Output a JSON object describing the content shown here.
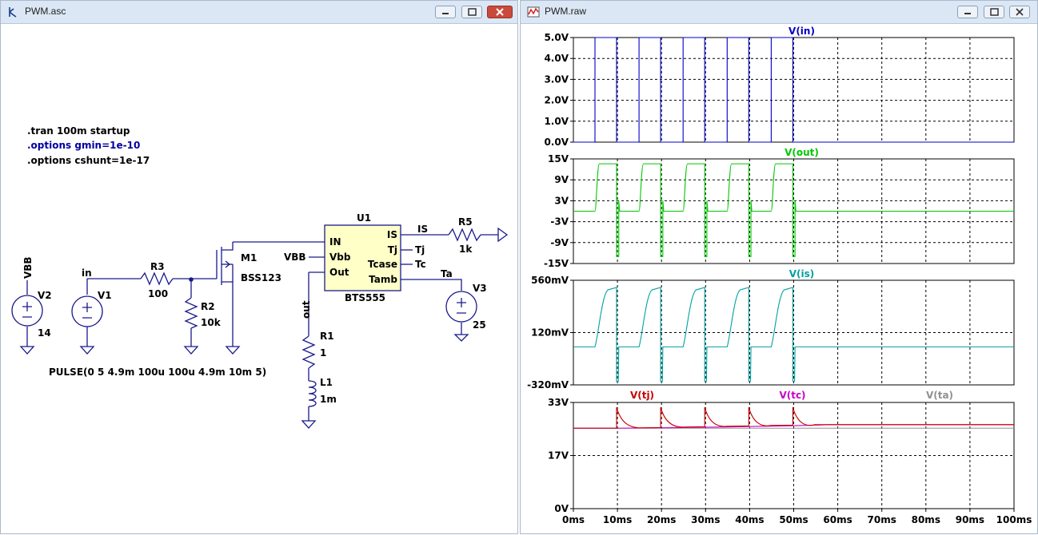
{
  "schematic_window": {
    "title": "PWM.asc",
    "directives": [
      ".tran 100m startup",
      ".options gmin=1e-10",
      ".options cshunt=1e-17"
    ],
    "directive_colors": [
      "#000000",
      "#0000a0",
      "#000000"
    ],
    "components": {
      "v2_name": "V2",
      "v2_value": "14",
      "vbb_net": "VBB",
      "in_net": "in",
      "v1_name": "V1",
      "r3_name": "R3",
      "r3_value": "100",
      "r2_name": "R2",
      "r2_value": "10k",
      "m1_name": "M1",
      "m1_model": "BSS123",
      "vbb_label": "VBB",
      "u1_name": "U1",
      "u1_model": "BTS555",
      "pin_in": "IN",
      "pin_vbb": "Vbb",
      "pin_out": "Out",
      "pin_is": "IS",
      "pin_tj": "Tj",
      "pin_tcase": "Tcase",
      "pin_tamb": "Tamb",
      "is_net": "IS",
      "tj_net": "Tj",
      "tc_net": "Tc",
      "ta_net": "Ta",
      "r5_name": "R5",
      "r5_value": "1k",
      "v3_name": "V3",
      "v3_value": "25",
      "out_net": "out",
      "r1_name": "R1",
      "r1_value": "1",
      "l1_name": "L1",
      "l1_value": "1m",
      "pulse": "PULSE(0 5 4.9m 100u 100u 4.9m 10m 5)"
    }
  },
  "waveform_window": {
    "title": "PWM.raw",
    "x_ticks": [
      "0ms",
      "10ms",
      "20ms",
      "30ms",
      "40ms",
      "50ms",
      "60ms",
      "70ms",
      "80ms",
      "90ms",
      "100ms"
    ]
  },
  "chart_data": [
    {
      "type": "line",
      "title": "V(in)",
      "series": [
        {
          "name": "V(in)",
          "color": "#0000c8"
        }
      ],
      "y_ticks": [
        "5.0V",
        "4.0V",
        "3.0V",
        "2.0V",
        "1.0V",
        "0.0V"
      ],
      "ylim": [
        0,
        5
      ],
      "xlim": [
        0,
        100
      ],
      "pulse": {
        "low": 0,
        "high": 5,
        "delay_ms": 4.9,
        "on_ms": 4.9,
        "period_ms": 10,
        "cycles": 5
      }
    },
    {
      "type": "line",
      "title": "V(out)",
      "series": [
        {
          "name": "V(out)",
          "color": "#00c800"
        }
      ],
      "y_ticks": [
        "15V",
        "9V",
        "3V",
        "-3V",
        "-9V",
        "-15V"
      ],
      "ylim": [
        -15,
        15
      ],
      "xlim": [
        0,
        100
      ],
      "levels": {
        "idle": 0,
        "on": 13.6,
        "spike": -13
      }
    },
    {
      "type": "line",
      "title": "V(is)",
      "series": [
        {
          "name": "V(is)",
          "color": "#00a0a0"
        }
      ],
      "y_ticks": [
        "560mV",
        "120mV",
        "-320mV"
      ],
      "ylim": [
        -320,
        560
      ],
      "xlim": [
        0,
        100
      ],
      "levels": {
        "idle": 0,
        "peak": 500,
        "spike": -290
      }
    },
    {
      "type": "line",
      "title": "",
      "series": [
        {
          "name": "V(tj)",
          "color": "#c80000"
        },
        {
          "name": "V(tc)",
          "color": "#c800c8"
        },
        {
          "name": "V(ta)",
          "color": "#909090"
        }
      ],
      "y_ticks": [
        "33V",
        "17V",
        "0V"
      ],
      "ylim": [
        0,
        33
      ],
      "xlim": [
        0,
        100
      ],
      "levels": {
        "ta": 25,
        "tj_peak": 31.5,
        "tc_end": 26.1
      }
    }
  ]
}
